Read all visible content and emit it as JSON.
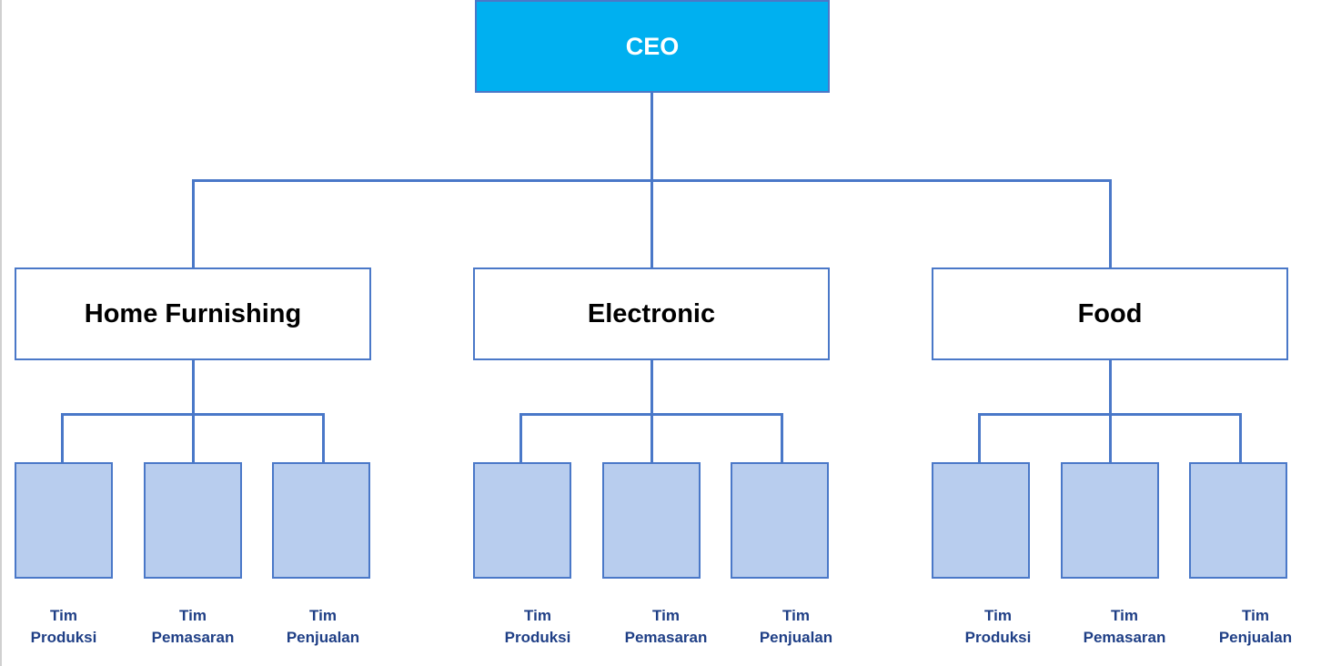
{
  "chart": {
    "root": {
      "label": "CEO",
      "color": "#00b0f0"
    },
    "divisions": [
      {
        "label": "Home Furnishing",
        "teams": [
          {
            "line1": "Tim",
            "line2": "Produksi"
          },
          {
            "line1": "Tim",
            "line2": "Pemasaran"
          },
          {
            "line1": "Tim",
            "line2": "Penjualan"
          }
        ]
      },
      {
        "label": "Electronic",
        "teams": [
          {
            "line1": "Tim",
            "line2": "Produksi"
          },
          {
            "line1": "Tim",
            "line2": "Pemasaran"
          },
          {
            "line1": "Tim",
            "line2": "Penjualan"
          }
        ]
      },
      {
        "label": "Food",
        "teams": [
          {
            "line1": "Tim",
            "line2": "Produksi"
          },
          {
            "line1": "Tim",
            "line2": "Pemasaran"
          },
          {
            "line1": "Tim",
            "line2": "Penjualan"
          }
        ]
      }
    ],
    "colors": {
      "connector": "#4a78c8",
      "team_box": "#b8cdee",
      "team_text": "#1f3f86"
    }
  }
}
